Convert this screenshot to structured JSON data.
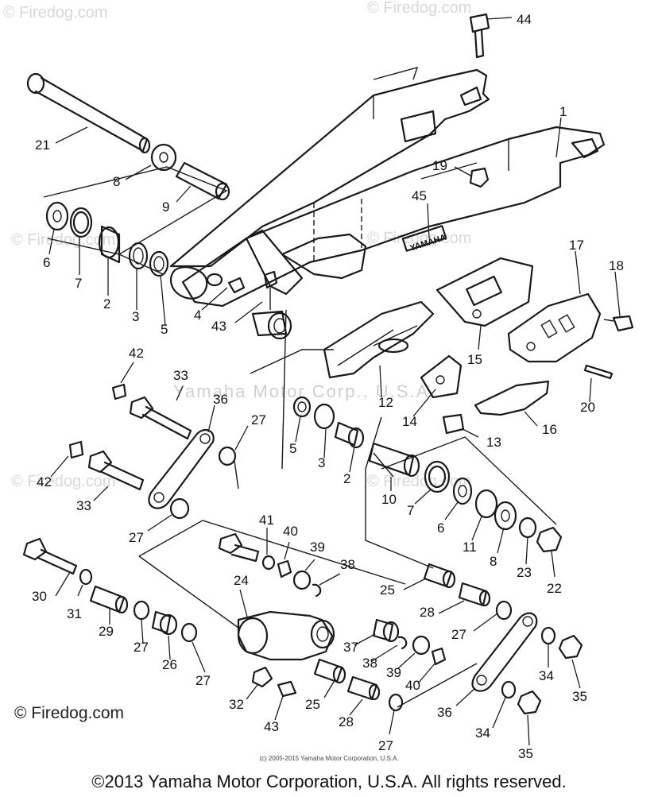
{
  "watermarks": {
    "top_left": "© Firedog.com",
    "top_right": "© Firedog.com",
    "mid_left": "© Firedog.com",
    "mid_center": "© Firedog.com",
    "mid_left2": "© Firedog.com",
    "mid_center2": "© Firedog.com",
    "center_text": "Yamaha Motor Corp., U.S.A."
  },
  "decal_text": "YAMAHA",
  "brand": "© Firedog.com",
  "small_copyright": "(c) 2005-2015 Yamaha Motor Corporation, U.S.A.",
  "footer": "©2013 Yamaha Motor Corporation, U.S.A. All rights reserved.",
  "callouts": [
    {
      "id": "c44",
      "label": "44"
    },
    {
      "id": "c1",
      "label": "1"
    },
    {
      "id": "c21",
      "label": "21"
    },
    {
      "id": "c8a",
      "label": "8"
    },
    {
      "id": "c9",
      "label": "9"
    },
    {
      "id": "c19",
      "label": "19"
    },
    {
      "id": "c45",
      "label": "45"
    },
    {
      "id": "c6a",
      "label": "6"
    },
    {
      "id": "c7a",
      "label": "7"
    },
    {
      "id": "c2a",
      "label": "2"
    },
    {
      "id": "c3a",
      "label": "3"
    },
    {
      "id": "c5a",
      "label": "5"
    },
    {
      "id": "c4",
      "label": "4"
    },
    {
      "id": "c43a",
      "label": "43"
    },
    {
      "id": "c17",
      "label": "17"
    },
    {
      "id": "c18",
      "label": "18"
    },
    {
      "id": "c15",
      "label": "15"
    },
    {
      "id": "c42a",
      "label": "42"
    },
    {
      "id": "c33a",
      "label": "33"
    },
    {
      "id": "c36a",
      "label": "36"
    },
    {
      "id": "c12",
      "label": "12"
    },
    {
      "id": "c14",
      "label": "14"
    },
    {
      "id": "c20",
      "label": "20"
    },
    {
      "id": "c27a",
      "label": "27"
    },
    {
      "id": "c5b",
      "label": "5"
    },
    {
      "id": "c3b",
      "label": "3"
    },
    {
      "id": "c2b",
      "label": "2"
    },
    {
      "id": "c13",
      "label": "13"
    },
    {
      "id": "c16",
      "label": "16"
    },
    {
      "id": "c42b",
      "label": "42"
    },
    {
      "id": "c33b",
      "label": "33"
    },
    {
      "id": "c10",
      "label": "10"
    },
    {
      "id": "c7b",
      "label": "7"
    },
    {
      "id": "c6b",
      "label": "6"
    },
    {
      "id": "c11",
      "label": "11"
    },
    {
      "id": "c8b",
      "label": "8"
    },
    {
      "id": "c23",
      "label": "23"
    },
    {
      "id": "c22",
      "label": "22"
    },
    {
      "id": "c27b",
      "label": "27"
    },
    {
      "id": "c41",
      "label": "41"
    },
    {
      "id": "c40a",
      "label": "40"
    },
    {
      "id": "c39a",
      "label": "39"
    },
    {
      "id": "c38a",
      "label": "38"
    },
    {
      "id": "c30",
      "label": "30"
    },
    {
      "id": "c31",
      "label": "31"
    },
    {
      "id": "c29",
      "label": "29"
    },
    {
      "id": "c27c",
      "label": "27"
    },
    {
      "id": "c26",
      "label": "26"
    },
    {
      "id": "c27d",
      "label": "27"
    },
    {
      "id": "c24",
      "label": "24"
    },
    {
      "id": "c25a",
      "label": "25"
    },
    {
      "id": "c28a",
      "label": "28"
    },
    {
      "id": "c27e",
      "label": "27"
    },
    {
      "id": "c37",
      "label": "37"
    },
    {
      "id": "c38b",
      "label": "38"
    },
    {
      "id": "c39b",
      "label": "39"
    },
    {
      "id": "c40b",
      "label": "40"
    },
    {
      "id": "c34a",
      "label": "34"
    },
    {
      "id": "c35a",
      "label": "35"
    },
    {
      "id": "c32",
      "label": "32"
    },
    {
      "id": "c43b",
      "label": "43"
    },
    {
      "id": "c25b",
      "label": "25"
    },
    {
      "id": "c28b",
      "label": "28"
    },
    {
      "id": "c27f",
      "label": "27"
    },
    {
      "id": "c36b",
      "label": "36"
    },
    {
      "id": "c34b",
      "label": "34"
    },
    {
      "id": "c35b",
      "label": "35"
    }
  ]
}
